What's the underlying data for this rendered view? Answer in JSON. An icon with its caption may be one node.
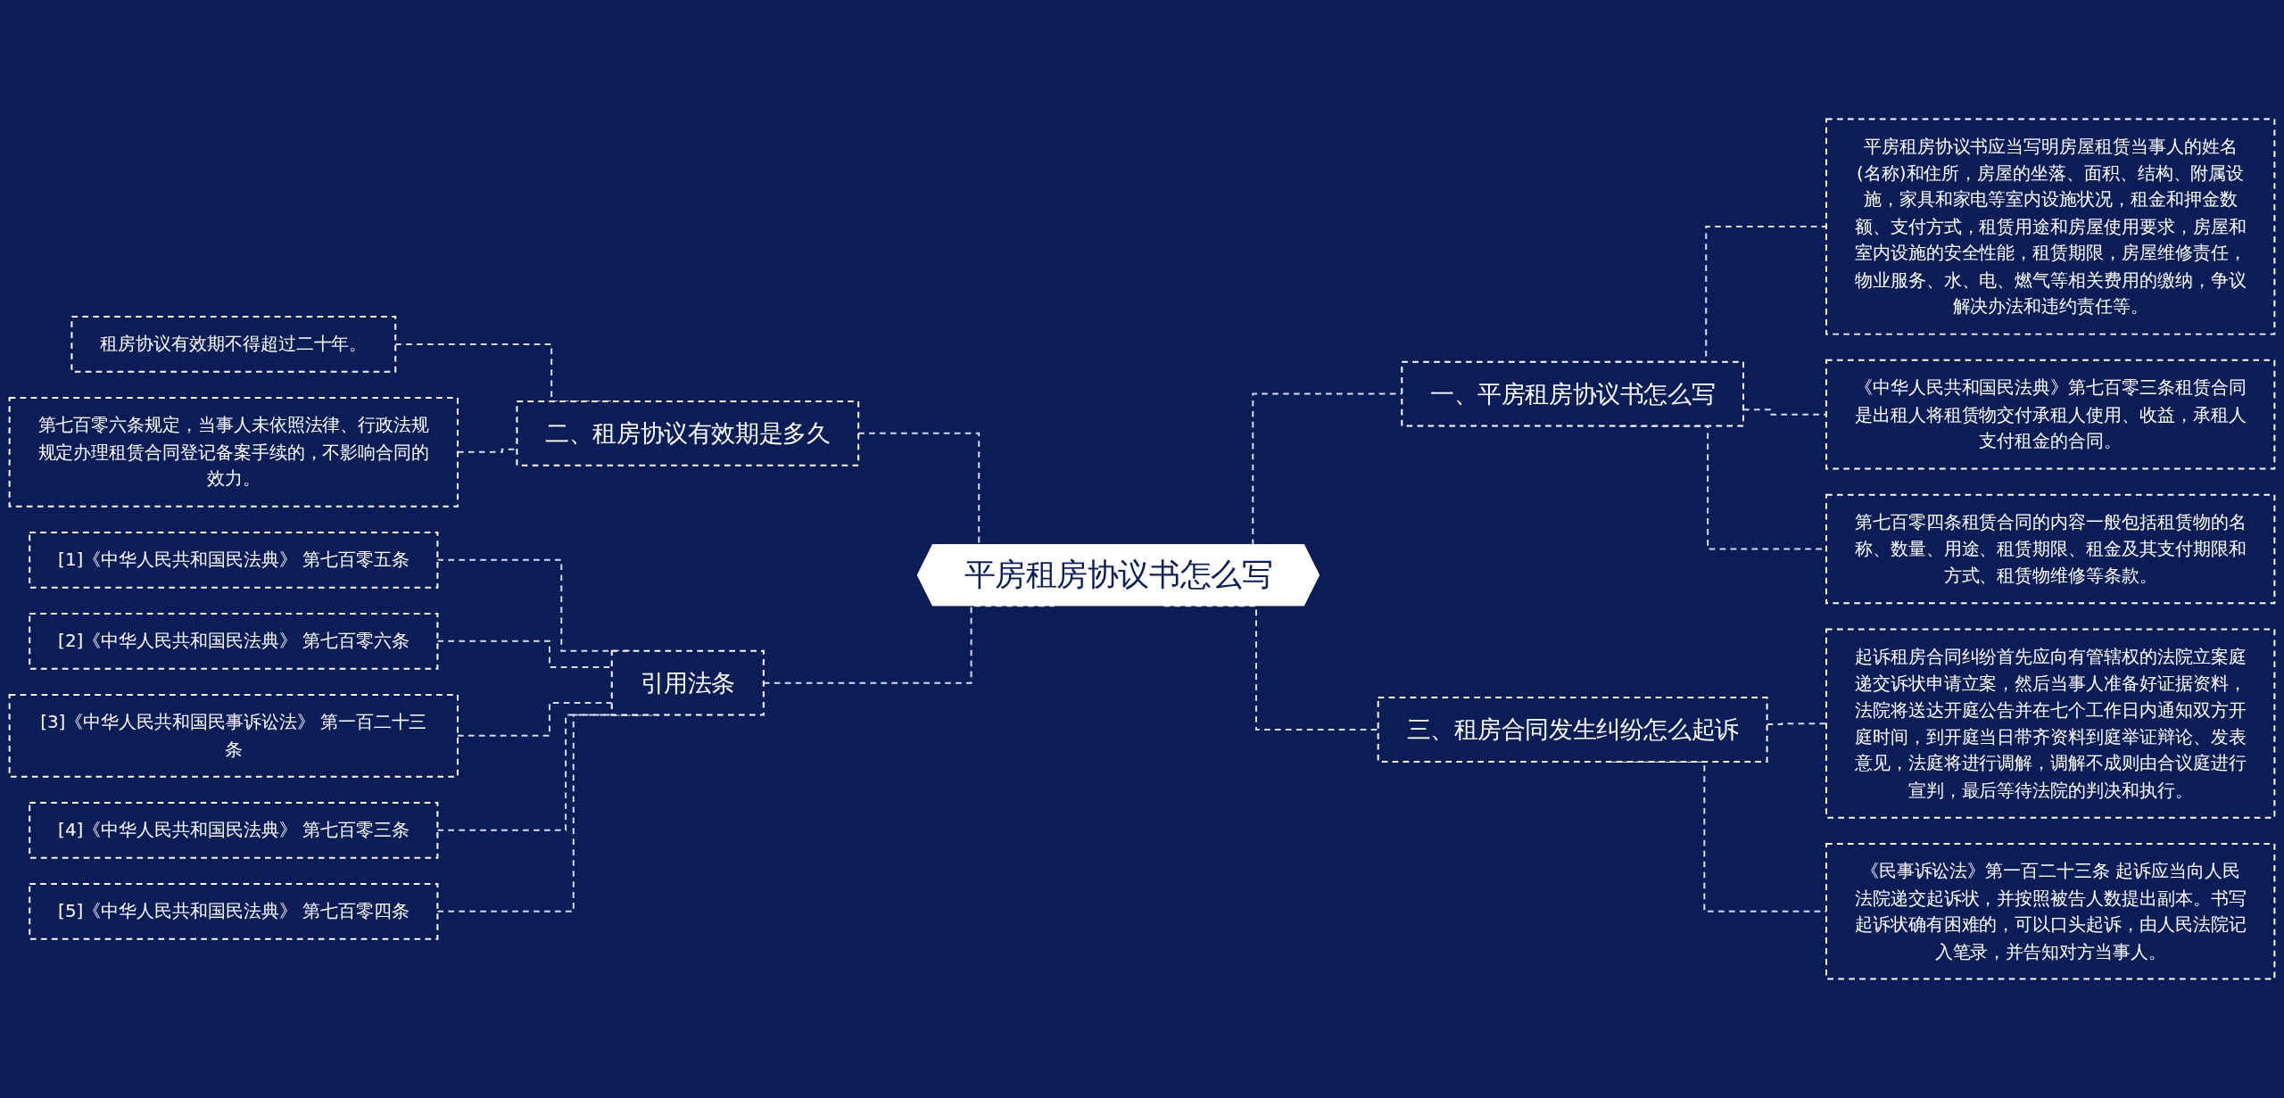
{
  "diagram": {
    "nodes": [
      {
        "text": [
          "平房租房协议书怎么写"
        ]
      },
      {
        "text": [
          "一、平房租房协议书怎么写"
        ]
      },
      {
        "text": [
          "平房租房协议书应当写明房屋租赁当事人的姓名(名称)和住所，房屋的坐落、面积、结构、附属设施，家具和家电等室内设施状况，租金和押金数额、支付方式，租赁用途和房屋使用要求，房屋和室内设施的安全性能，租赁期限，房屋维修责任，物业服务、水、电、燃气等相关费用的缴纳，争议解决办法和违约责任等。"
        ]
      },
      {
        "text": [
          "《中华人民共和国民法典》第七百零三条租赁合同是出租人将租赁物交付承租人使用、收益，承租人支付租金的合同。"
        ]
      },
      {
        "text": [
          "第七百零四条租赁合同的内容一般包括租赁物的名称、数量、用途、租赁期限、租金及其支付期限和方式、租赁物维修等条款。"
        ]
      },
      {
        "text": [
          "二、租房协议有效期是多久"
        ]
      },
      {
        "text": [
          "租房协议有效期不得超过二十年。"
        ]
      },
      {
        "text": [
          "第七百零六条规定，当事人未依照法律、行政法规规定办理租赁合同登记备案手续的，不影响合同的效力。"
        ]
      },
      {
        "text": [
          "三、租房合同发生纠纷怎么起诉"
        ]
      },
      {
        "text": [
          "起诉租房合同纠纷首先应向有管辖权的法院立案庭递交诉状申请立案，然后当事人准备好证据资料，法院将送达开庭公告并在七个工作日内通知双方开庭时间，到开庭当日带齐资料到庭举证辩论、发表意见，法庭将进行调解，调解不成则由合议庭进行宣判，最后等待法院的判决和执行。"
        ]
      },
      {
        "text": [
          "《民事诉讼法》第一百二十三条 起诉应当向人民法院递交起诉状，并按照被告人数提出副本。书写起诉状确有困难的，可以口头起诉，由人民法院记入笔录，并告知对方当事人。"
        ]
      },
      {
        "text": [
          "引用法条"
        ]
      },
      {
        "text": [
          "[1]《中华人民共和国民法典》 第七百零五条"
        ]
      },
      {
        "text": [
          "[2]《中华人民共和国民法典》 第七百零六条"
        ]
      },
      {
        "text": [
          "[3]《中华人民共和国民事诉讼法》 第一百二十三条"
        ]
      },
      {
        "text": [
          "[4]《中华人民共和国民法典》 第七百零三条"
        ]
      },
      {
        "text": [
          "[5]《中华人民共和国民法典》 第七百零四条"
        ]
      }
    ],
    "edges": [
      {
        "from": 0,
        "to": 1,
        "arrow": "none",
        "style": "dashed"
      },
      {
        "from": 1,
        "to": 2,
        "arrow": "none",
        "style": "dashed"
      },
      {
        "from": 1,
        "to": 3,
        "arrow": "none",
        "style": "dashed"
      },
      {
        "from": 1,
        "to": 4,
        "arrow": "none",
        "style": "dashed"
      },
      {
        "from": 0,
        "to": 5,
        "arrow": "none",
        "style": "dashed"
      },
      {
        "from": 5,
        "to": 6,
        "arrow": "none",
        "style": "dashed"
      },
      {
        "from": 5,
        "to": 7,
        "arrow": "none",
        "style": "dashed"
      },
      {
        "from": 0,
        "to": 8,
        "arrow": "none",
        "style": "dashed"
      },
      {
        "from": 8,
        "to": 9,
        "arrow": "none",
        "style": "dashed"
      },
      {
        "from": 8,
        "to": 10,
        "arrow": "none",
        "style": "dashed"
      },
      {
        "from": 0,
        "to": 11,
        "arrow": "none",
        "style": "dashed"
      },
      {
        "from": 11,
        "to": 12,
        "arrow": "none",
        "style": "dashed"
      },
      {
        "from": 11,
        "to": 13,
        "arrow": "none",
        "style": "dashed"
      },
      {
        "from": 11,
        "to": 14,
        "arrow": "none",
        "style": "dashed"
      },
      {
        "from": 11,
        "to": 15,
        "arrow": "none",
        "style": "dashed"
      },
      {
        "from": 11,
        "to": 16,
        "arrow": "none",
        "style": "dashed"
      }
    ]
  }
}
